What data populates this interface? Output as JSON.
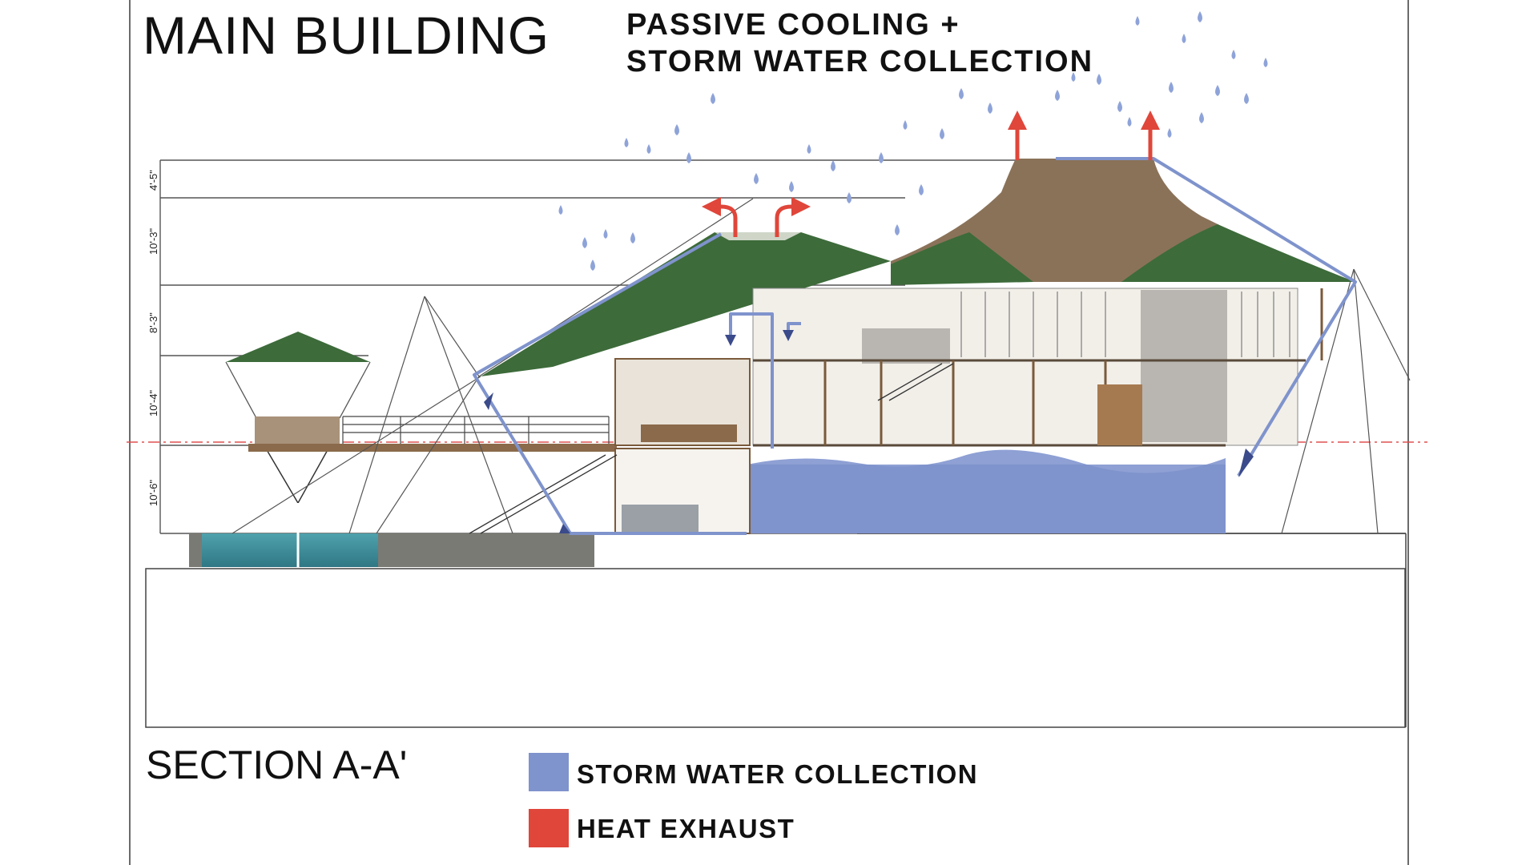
{
  "header": {
    "title": "MAIN BUILDING",
    "subtitle_line1": "PASSIVE COOLING +",
    "subtitle_line2": "STORM WATER COLLECTION"
  },
  "section": {
    "label": "SECTION A-A'"
  },
  "dimensions": [
    "4'-5\"",
    "10'-3\"",
    "8'-3\"",
    "10'-4\"",
    "10'-6\""
  ],
  "legend": {
    "items": [
      {
        "label": "STORM WATER COLLECTION",
        "color": "#7f93cc"
      },
      {
        "label": "HEAT EXHAUST",
        "color": "#e0463a"
      }
    ]
  },
  "colors": {
    "roof_green": "#3d6b3a",
    "roof_brown": "#8a7259",
    "water_blue": "#7f93cc",
    "heat_red": "#e0463a",
    "pool": "#3f8f9a",
    "datum_line": "#e05050"
  },
  "icons": {
    "rain": "raindrop-icon",
    "heat": "upward-arrow-icon",
    "flow": "downward-arrow-icon"
  }
}
